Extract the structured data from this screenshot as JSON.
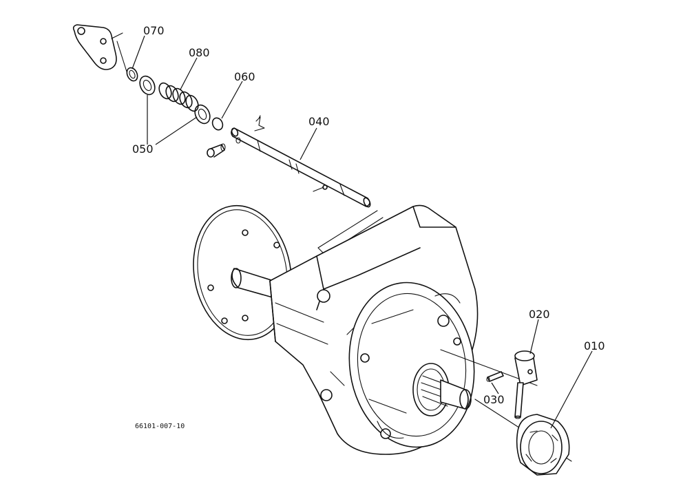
{
  "diagram": {
    "reference_code": "66101-007-10",
    "callouts": {
      "p010": "010",
      "p020": "020",
      "p030": "030",
      "p040": "040",
      "p050": "050",
      "p060": "060",
      "p070": "070",
      "p080": "080"
    }
  }
}
